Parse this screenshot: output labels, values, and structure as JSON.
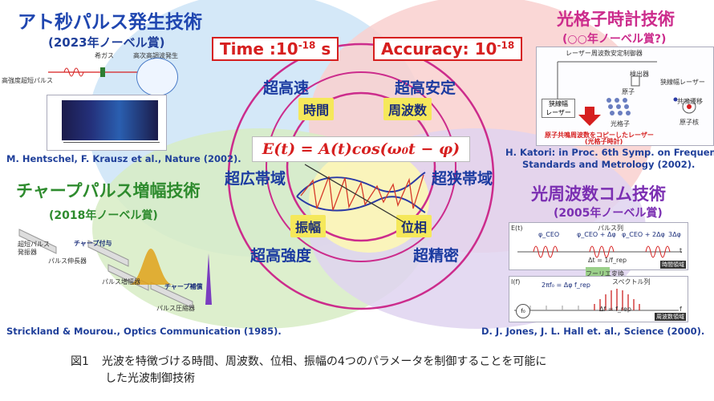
{
  "colors": {
    "blue_blob": "#cfe6f7",
    "pink_blob": "#f9d0cf",
    "green_blob": "#d7ecc4",
    "purple_blob": "#dfd4f0",
    "ring_magenta": "#cc2c8c",
    "title_blue": "#1f46b0",
    "title_green": "#2e8b2e",
    "title_magenta": "#cc2c8c",
    "title_purple": "#7b2fb2",
    "red": "#d61f1f"
  },
  "attosecond": {
    "title": "アト秒パルス発生技術",
    "subtitle": "(2023年ノーベル賞)",
    "labels": {
      "gas": "希ガス",
      "hhg": "高次高調波発生",
      "pulse": "高強度超短パルス"
    },
    "ref": "M. Hentschel, F. Krausz et al., Nature (2002)."
  },
  "optical_lattice": {
    "title": "光格子時計技術",
    "subtitle": "(○○年ノーベル賞?)",
    "labels": {
      "stabilizer": "レーザー周波数安定制御器",
      "detector": "検出器",
      "narrow_laser": "狭線幅レーザー",
      "narrow_laser2": "狭線幅\nレーザー",
      "atom": "原子",
      "lattice": "光格子",
      "transition": "共鳴遷移",
      "nucleus": "原子核",
      "copy_laser": "原子共鳴周波数をコピーしたレーザー",
      "clock_laser": "(光格子時計)"
    },
    "ref_line1": "H. Katori: in Proc. 6th Symp. on Frequency",
    "ref_line2": "Standards and Metrology (2002)."
  },
  "chirped": {
    "title": "チャープパルス増幅技術",
    "subtitle": "(2018年ノーベル賞)",
    "labels": {
      "oscillator": "超短パルス\n発振器",
      "chirp_add": "チャープ付与",
      "stretcher": "パルス伸長器",
      "amplifier": "パルス増幅器",
      "chirp_comp": "チャープ補償",
      "compressor": "パルス圧縮器"
    },
    "ref": "Strickland & Mourou., Optics Communication (1985)."
  },
  "comb": {
    "title": "光周波数コム技術",
    "subtitle": "(2005年ノーベル賞)",
    "labels": {
      "pulse_train": "パルス列",
      "time_domain": "時間領域",
      "fourier": "フーリエ変換",
      "spectrum": "スペクトル列",
      "freq_domain": "周波数領域",
      "f0": "f₀",
      "delta_t": "Δt = 1/f_rep",
      "delta_phi": "2πf₀ = Δφ f_rep",
      "phi_ceo": "φ_CEO",
      "phi1": "φ_CEO + Δφ",
      "phi2": "φ_CEO + 2Δφ",
      "phi3": "3Δφ",
      "frep": "Δf = f_rep",
      "et": "E(t)",
      "If": "I(f)",
      "t": "t",
      "f": "f"
    },
    "ref": "D. J. Jones, J. L. Hall et. al., Science (2000)."
  },
  "center": {
    "time_box": {
      "base": "Time :10",
      "exp": "-18",
      "unit": " s"
    },
    "accuracy_box": {
      "base": "Accuracy: 10",
      "exp": "-18"
    },
    "ring_labels": {
      "ultrafast": "超高速",
      "ultrastable": "超高安定",
      "broadband": "超広帯域",
      "narrowband": "超狭帯域",
      "intensity": "超高強度",
      "precision": "超精密"
    },
    "params": {
      "time": "時間",
      "frequency": "周波数",
      "amplitude": "振幅",
      "phase": "位相"
    },
    "equation": "E(t) = A(t)cos(ω₀t − φ)"
  },
  "caption": {
    "label": "図1",
    "line1": "光波を特徴づける時間、周波数、位相、振幅の4つのパラメータを制御することを可能に",
    "line2": "した光波制御技術"
  }
}
